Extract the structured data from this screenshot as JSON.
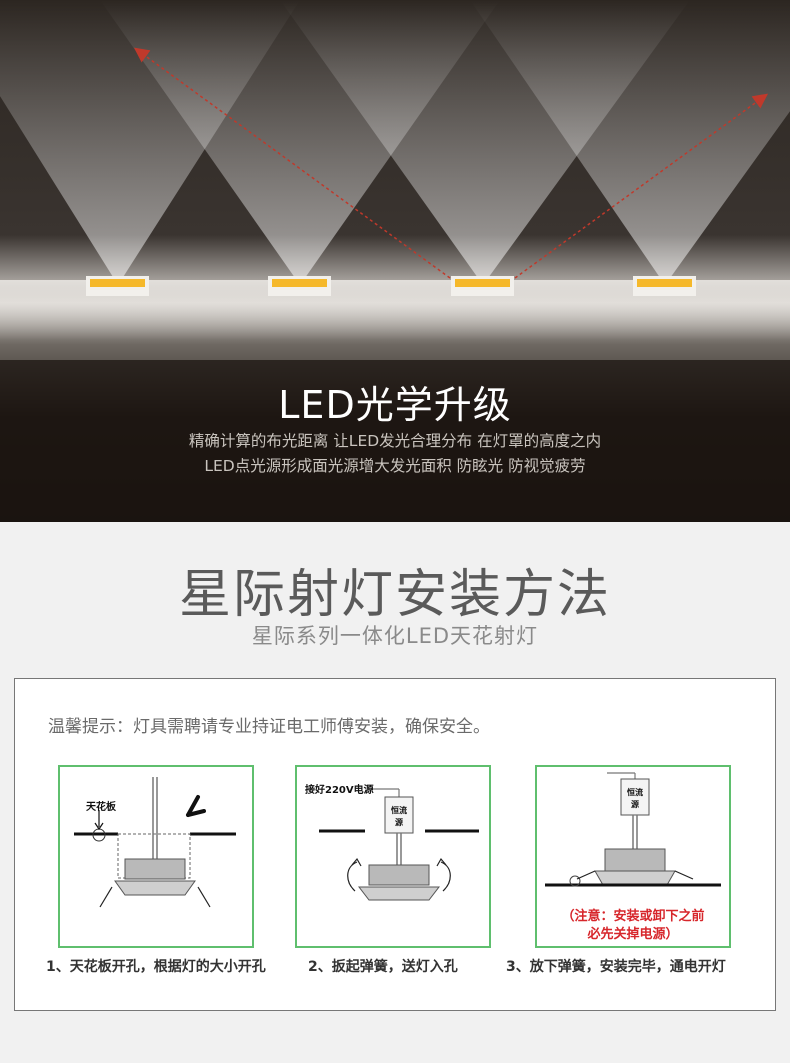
{
  "hero": {
    "title": "LED光学升级",
    "desc_line1": "精确计算的布光距离 让LED发光合理分布 在灯罩的高度之内",
    "desc_line2": "LED点光源形成面光源增大发光面积 防眩光 防视觉疲劳"
  },
  "heading": {
    "title": "星际射灯安装方法",
    "subtitle": "星际系列一体化LED天花射灯"
  },
  "install": {
    "tip": "温馨提示：灯具需聘请专业持证电工师傅安装，确保安全。",
    "steps": [
      {
        "caption": "1、天花板开孔，根据灯的大小开孔",
        "label": "天花板"
      },
      {
        "caption": "2、扳起弹簧，送灯入孔",
        "label": "接好220V电源",
        "driver": "恒流源"
      },
      {
        "caption": "3、放下弹簧，安装完毕，通电开灯",
        "driver": "恒流源",
        "warning_line1": "（注意：安装或卸下之前",
        "warning_line2": "必先关掉电源）"
      }
    ]
  },
  "colors": {
    "frame_green": "#5fbf6e",
    "warning_red": "#d7262b",
    "led_amber": "#f5b82a"
  }
}
